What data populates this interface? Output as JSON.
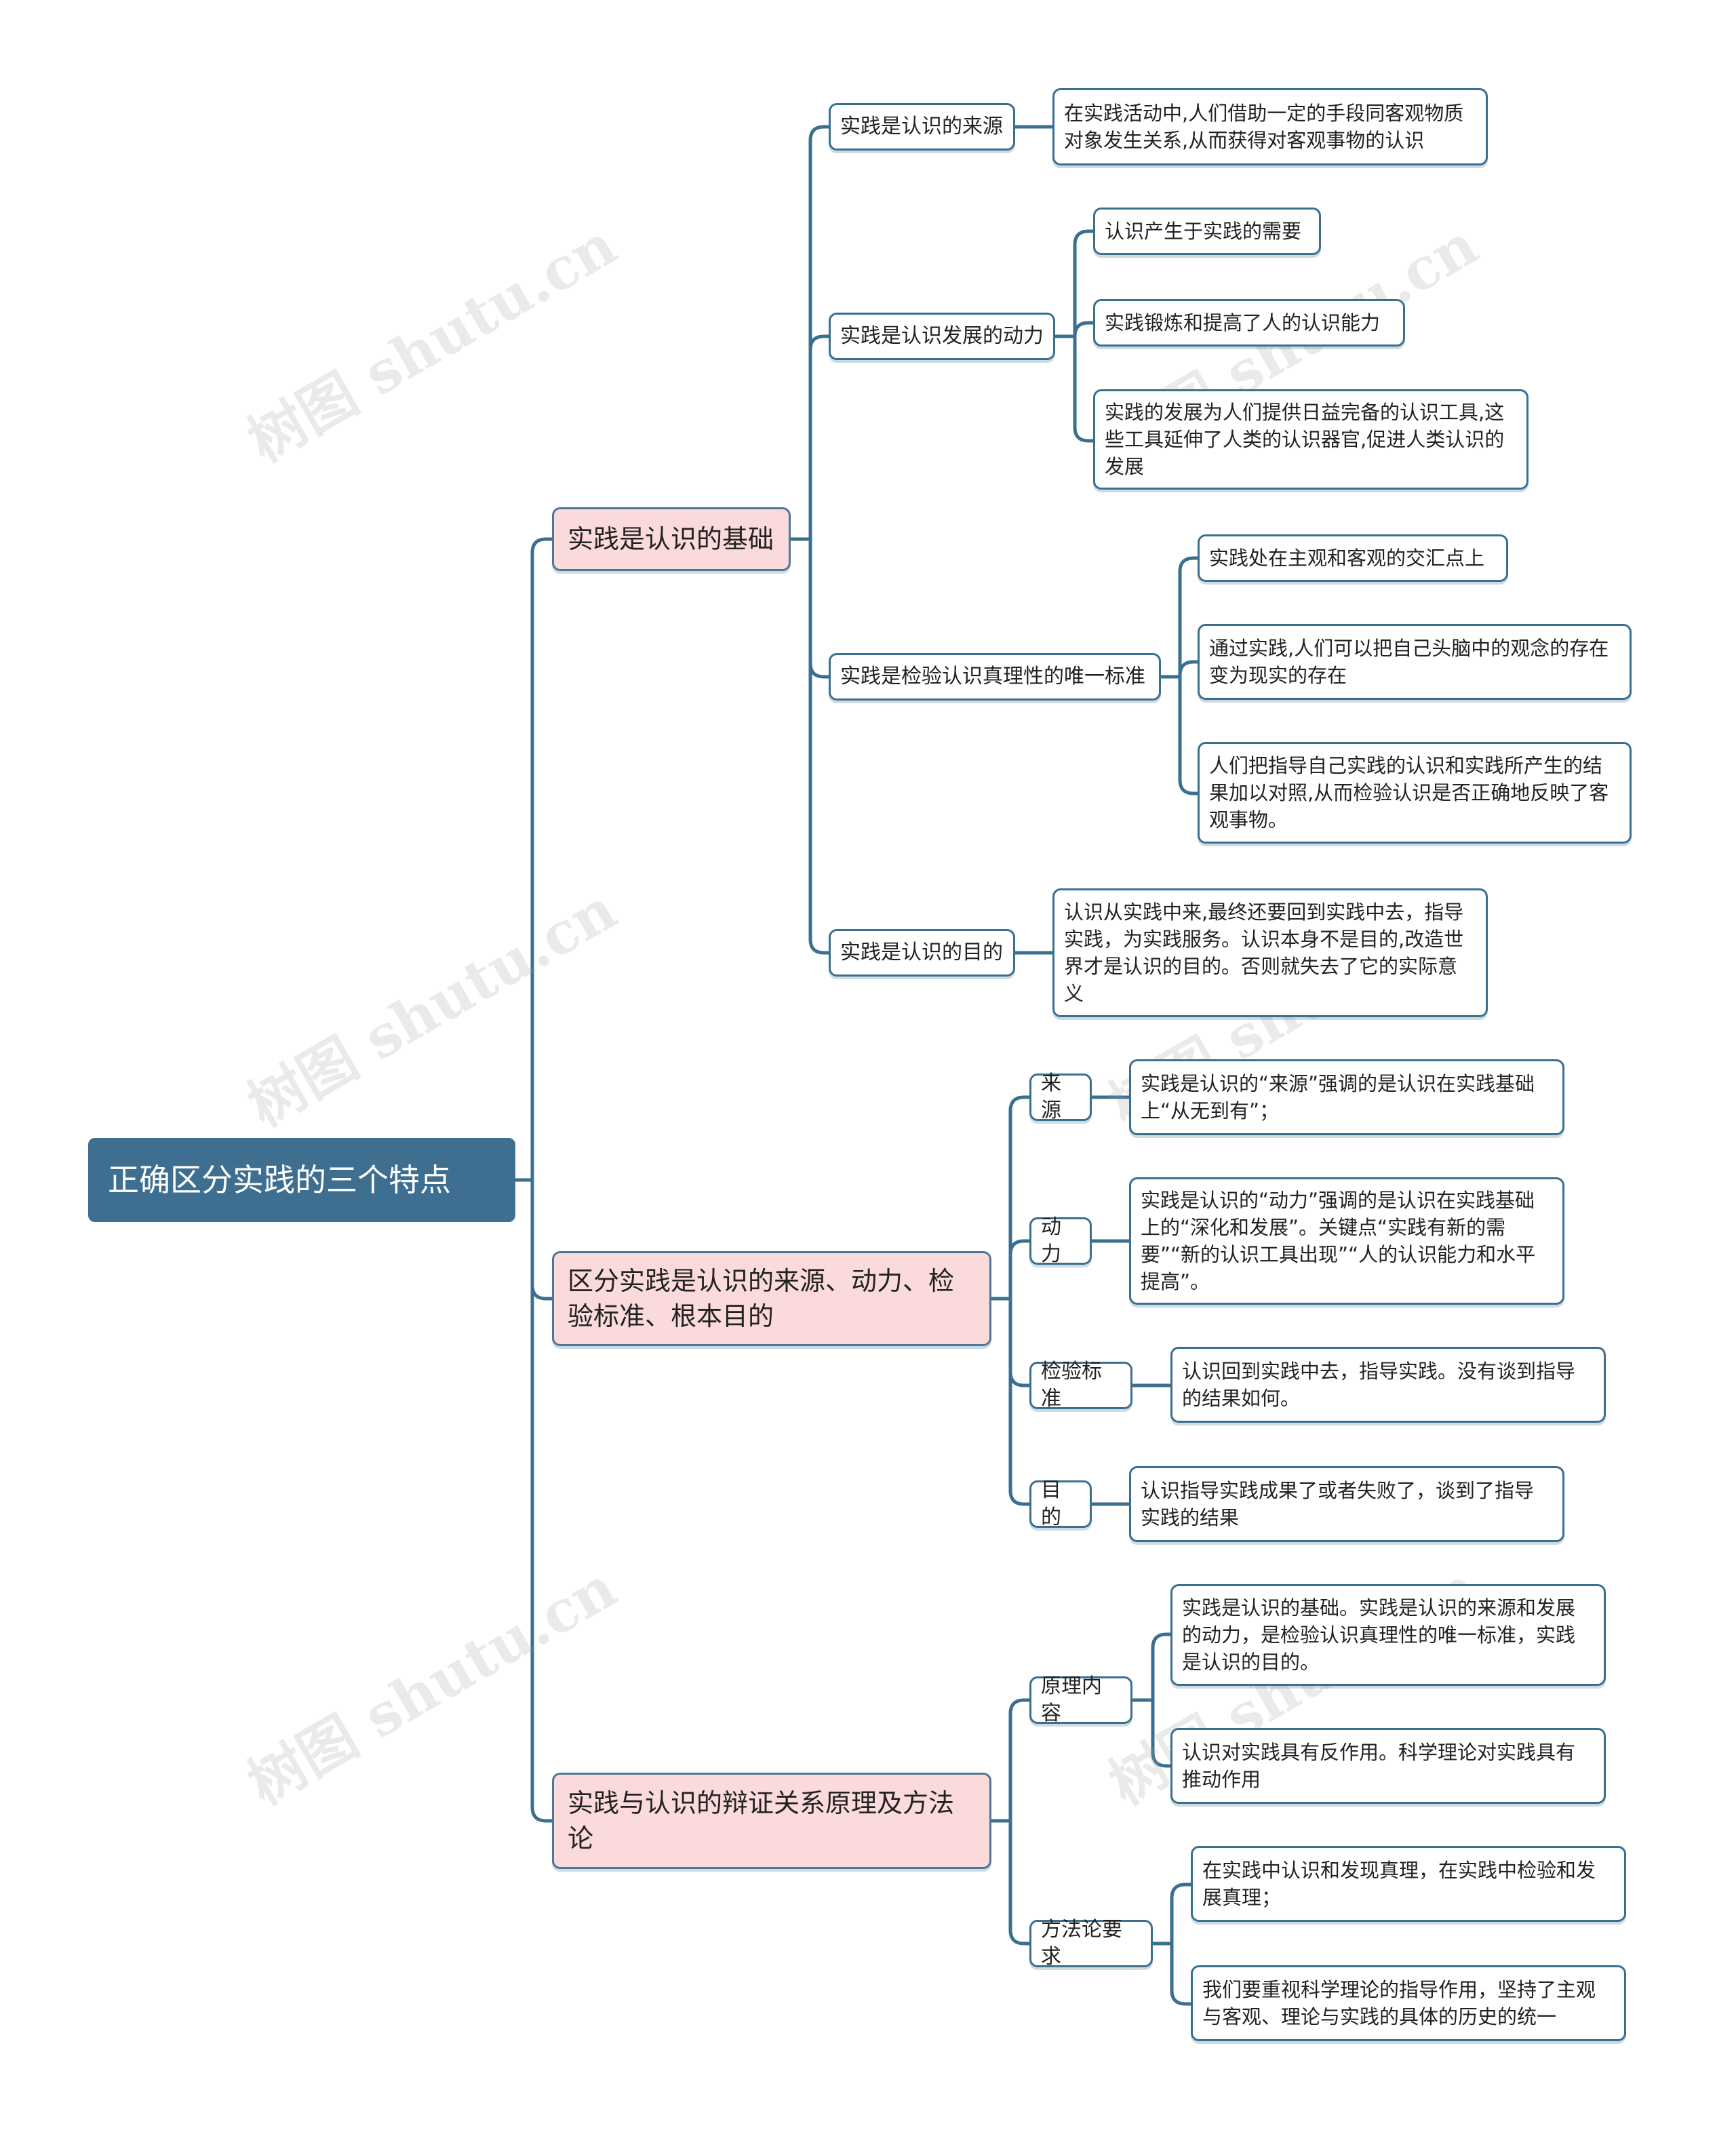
{
  "root": "正确区分实践的三个特点",
  "b1": {
    "title": "实践是认识的基础",
    "c1": {
      "label": "实践是认识的来源",
      "l1": "在实践活动中,人们借助一定的手段同客观物质对象发生关系,从而获得对客观事物的认识"
    },
    "c2": {
      "label": "实践是认识发展的动力",
      "l1": "认识产生于实践的需要",
      "l2": "实践锻炼和提高了人的认识能力",
      "l3": "实践的发展为人们提供日益完备的认识工具,这些工具延伸了人类的认识器官,促进人类认识的发展"
    },
    "c3": {
      "label": "实践是检验认识真理性的唯一标准",
      "l1": "实践处在主观和客观的交汇点上",
      "l2": "通过实践,人们可以把自己头脑中的观念的存在变为现实的存在",
      "l3": "人们把指导自己实践的认识和实践所产生的结果加以对照,从而检验认识是否正确地反映了客观事物。"
    },
    "c4": {
      "label": "实践是认识的目的",
      "l1": "认识从实践中来,最终还要回到实践中去，指导实践，为实践服务。认识本身不是目的,改造世界才是认识的目的。否则就失去了它的实际意义"
    }
  },
  "b2": {
    "title": "区分实践是认识的来源、动力、检验标准、根本目的",
    "c1": {
      "label": "来源",
      "l1": "实践是认识的“来源”强调的是认识在实践基础上“从无到有”；"
    },
    "c2": {
      "label": "动力",
      "l1": "实践是认识的“动力”强调的是认识在实践基础上的“深化和发展”。关键点“实践有新的需要”“新的认识工具出现”“人的认识能力和水平提高”。"
    },
    "c3": {
      "label": "检验标准",
      "l1": "认识回到实践中去，指导实践。没有谈到指导的结果如何。"
    },
    "c4": {
      "label": "目的",
      "l1": "认识指导实践成果了或者失败了，谈到了指导实践的结果"
    }
  },
  "b3": {
    "title": "实践与认识的辩证关系原理及方法论",
    "c1": {
      "label": "原理内容",
      "l1": "实践是认识的基础。实践是认识的来源和发展的动力，是检验认识真理性的唯一标准，实践是认识的目的。",
      "l2": "认识对实践具有反作用。科学理论对实践具有推动作用"
    },
    "c2": {
      "label": "方法论要求",
      "l1": "在实践中认识和发现真理，在实践中检验和发展真理；",
      "l2": "我们要重视科学理论的指导作用，坚持了主观与客观、理论与实践的具体的历史的统一"
    }
  },
  "watermark": "树图 shutu.cn",
  "colors": {
    "line": "#3a6f8f",
    "root_bg": "#3e6f90",
    "branch_bg": "#fadadb"
  }
}
